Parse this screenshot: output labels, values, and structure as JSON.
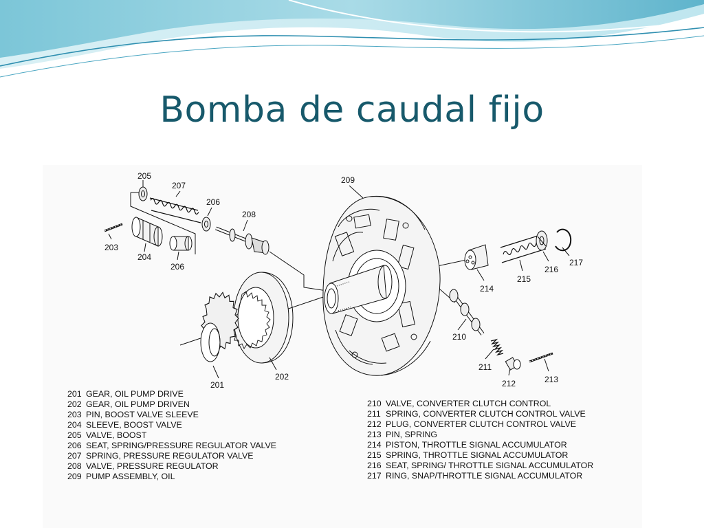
{
  "slide": {
    "title": "Bomba de caudal fijo"
  },
  "callouts": [
    {
      "id": "c201",
      "label": "201"
    },
    {
      "id": "c202",
      "label": "202"
    },
    {
      "id": "c203",
      "label": "203"
    },
    {
      "id": "c204",
      "label": "204"
    },
    {
      "id": "c205",
      "label": "205"
    },
    {
      "id": "c206a",
      "label": "206"
    },
    {
      "id": "c206b",
      "label": "206"
    },
    {
      "id": "c207",
      "label": "207"
    },
    {
      "id": "c208",
      "label": "208"
    },
    {
      "id": "c209",
      "label": "209"
    },
    {
      "id": "c210",
      "label": "210"
    },
    {
      "id": "c211",
      "label": "211"
    },
    {
      "id": "c212",
      "label": "212"
    },
    {
      "id": "c213",
      "label": "213"
    },
    {
      "id": "c214",
      "label": "214"
    },
    {
      "id": "c215",
      "label": "215"
    },
    {
      "id": "c216",
      "label": "216"
    },
    {
      "id": "c217",
      "label": "217"
    }
  ],
  "legend_left": [
    {
      "num": "201",
      "text": "GEAR, OIL PUMP DRIVE"
    },
    {
      "num": "202",
      "text": "GEAR, OIL PUMP DRIVEN"
    },
    {
      "num": "203",
      "text": "PIN, BOOST VALVE SLEEVE"
    },
    {
      "num": "204",
      "text": "SLEEVE, BOOST VALVE"
    },
    {
      "num": "205",
      "text": "VALVE, BOOST"
    },
    {
      "num": "206",
      "text": "SEAT, SPRING/PRESSURE REGULATOR VALVE"
    },
    {
      "num": "207",
      "text": "SPRING, PRESSURE REGULATOR VALVE"
    },
    {
      "num": "208",
      "text": "VALVE, PRESSURE REGULATOR"
    },
    {
      "num": "209",
      "text": "PUMP ASSEMBLY, OIL"
    }
  ],
  "legend_right": [
    {
      "num": "210",
      "text": "VALVE, CONVERTER CLUTCH CONTROL"
    },
    {
      "num": "211",
      "text": "SPRING, CONVERTER CLUTCH CONTROL VALVE"
    },
    {
      "num": "212",
      "text": "PLUG, CONVERTER CLUTCH CONTROL VALVE"
    },
    {
      "num": "213",
      "text": "PIN, SPRING"
    },
    {
      "num": "214",
      "text": "PISTON, THROTTLE SIGNAL ACCUMULATOR"
    },
    {
      "num": "215",
      "text": "SPRING, THROTTLE SIGNAL ACCUMULATOR"
    },
    {
      "num": "216",
      "text": "SEAT, SPRING/ THROTTLE SIGNAL ACCUMULATOR"
    },
    {
      "num": "217",
      "text": "RING, SNAP/THROTTLE SIGNAL ACCUMULATOR"
    }
  ],
  "colors": {
    "title": "#17596b",
    "wave_light": "#bfe6ef",
    "wave_mid": "#7cc6d8",
    "wave_dark": "#2f8fb0",
    "line_art": "#111111"
  }
}
